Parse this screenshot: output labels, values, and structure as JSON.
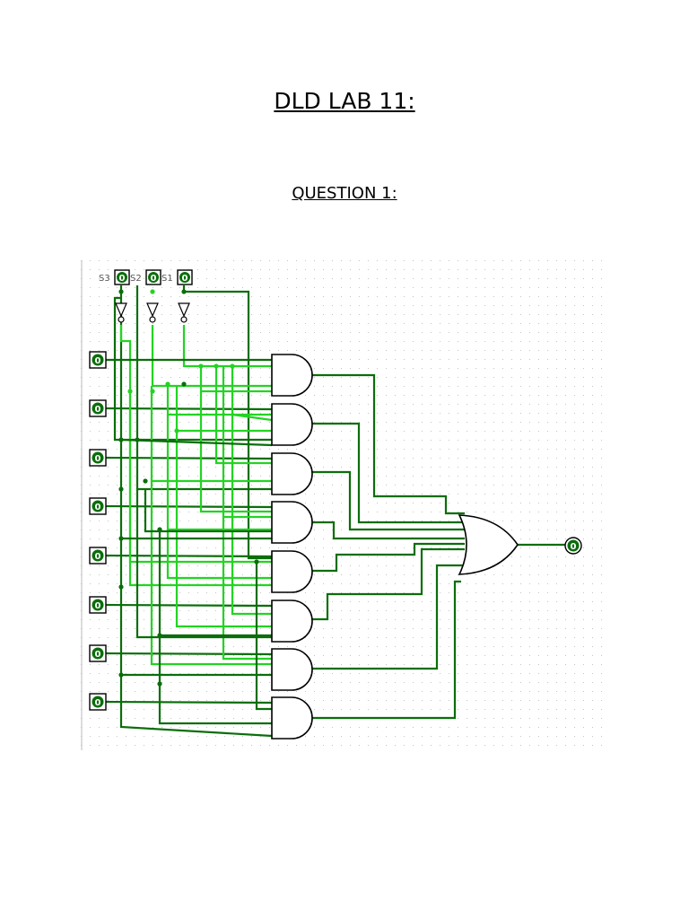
{
  "document": {
    "title": "DLD LAB 11:",
    "question": "QUESTION 1:"
  },
  "circuit": {
    "select_labels": [
      "S3",
      "S2",
      "S1"
    ],
    "select_values": [
      "0",
      "0",
      "0"
    ],
    "data_input_values": [
      "0",
      "0",
      "0",
      "0",
      "0",
      "0",
      "0",
      "0"
    ],
    "output_value": "0",
    "colors": {
      "wire_dark": "#0a6e0a",
      "wire_light": "#22d422",
      "gate_stroke": "#000000",
      "pin_fill": "#0a6e0a"
    }
  }
}
